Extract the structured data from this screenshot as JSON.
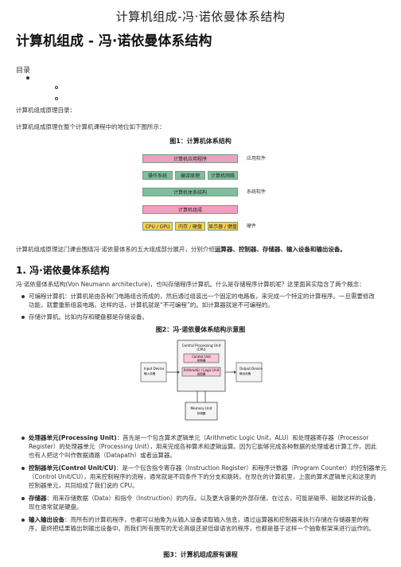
{
  "doc_title": "计算机组成-冯·诺依曼体系结构",
  "heading": "计算机组成 - 冯·诺依曼体系结构",
  "toc_label": "目录",
  "intro1": "计算机组成原理目录：",
  "intro2": "计算机组成原理在整个计算机课程中的地位如下图所示：",
  "fig1": {
    "caption": "图1：计算机体系结构",
    "boxes": {
      "apps": "计算机应用程序",
      "os": "操作系统",
      "compiler": "编译原理",
      "network": "计算机网络",
      "arch": "计算机体系结构",
      "org": "计算机组成",
      "cpu": "CPU / GPU",
      "mem": "内存 / 硬盘",
      "disp": "显示器 / 键盘"
    },
    "labels": {
      "app_sw": "应用软件",
      "sys_sw": "系统软件",
      "hw": "硬件"
    }
  },
  "para_summary": "计算机组成原理这门课会围绕冯·诺依曼体系的五大组成部分展开，分别介绍",
  "para_summary_bold": "运算器、控制器、存储器、输入设备和输出设备。",
  "section1": {
    "title": "1. 冯·诺依曼体系结构",
    "intro": "冯·诺依曼体系结构(Von Neumann architecture)，也叫存储程序计算机。什么是存储程序计算机呢？这里面其实隐含了两个概念：",
    "bullets": [
      {
        "l1": "可编程计算机：计算机是由各种门电路组合而成的，然后通过组装出一个固定的电路板，来完成一个特定的计算程序。一旦需要修改",
        "l2": "功能，就要重新组装电路。这样的话，计算机就是“不可编程”的。如计算器就是不可编程的。"
      },
      {
        "l1": "存储计算机。比如内存和硬盘都是存储设备。",
        "l2": ""
      }
    ]
  },
  "fig2": {
    "caption": "图2：冯·诺依曼体系结构示意图",
    "cpu_title": "Central Processing Unit",
    "cpu_sub": "(CPU)",
    "cu": "Control Unit",
    "cu_cn": "控制器",
    "alu": "Arithmetic / Logic Unit",
    "alu_cn": "运算器",
    "in_label": "Input Device",
    "in_cn": "输入设备",
    "out_label": "Output Device",
    "out_cn": "输出设备",
    "mem": "Memory Unit",
    "mem_cn": "存储器"
  },
  "items": [
    {
      "term": "处理器单元(Processing Unit)",
      "l1": "：首先是一个包含算术逻辑单元（Arithmetic Logic Unit，ALU）和处理器寄存器（Processor",
      "l2": "Register）的处理器单元（Processing Unit），用来完成各种算术和逻辑运算。因为它能够完成各种数据的处理或者计算工作，因此",
      "l3": "也有人把这个叫作数据通路（Datapath）或者运算器。"
    },
    {
      "term": "控制器单元(Control Unit/CU)",
      "l1": "：是一个包含指令寄存器（Instruction Register）和程序计数器（Program Counter）的控制器单元",
      "l2": "（Control Unit/CU），用来控制程序的流程，通常就是不同条件下的分支和跳转。在现在的计算机里，上面的算术逻辑单元和这里的",
      "l3": "控制器单元，共同组成了我们说的 CPU。"
    },
    {
      "term": "存储器",
      "l1": "：用来存储数据（Data）和指令（Instruction）的内存。以及更大容量的外部存储，在过去，可能是磁带、磁鼓这样的设备，",
      "l2": "现在通常就是硬盘。",
      "l3": ""
    },
    {
      "term": "输入输出设备",
      "l1": "：而所有的计算机程序，也都可以抽象为从输入设备读取输入信息，通过运算器和控制器来执行存储在存储器里的程",
      "l2": "序，最终把结果输出到输出设备中。而我们所有撰写的无论高级还是低级语言的程序，也都是基于这样一个抽象框架来进行运作的。",
      "l3": ""
    }
  ],
  "fig3_caption": "图3：计算机组成原有课程"
}
